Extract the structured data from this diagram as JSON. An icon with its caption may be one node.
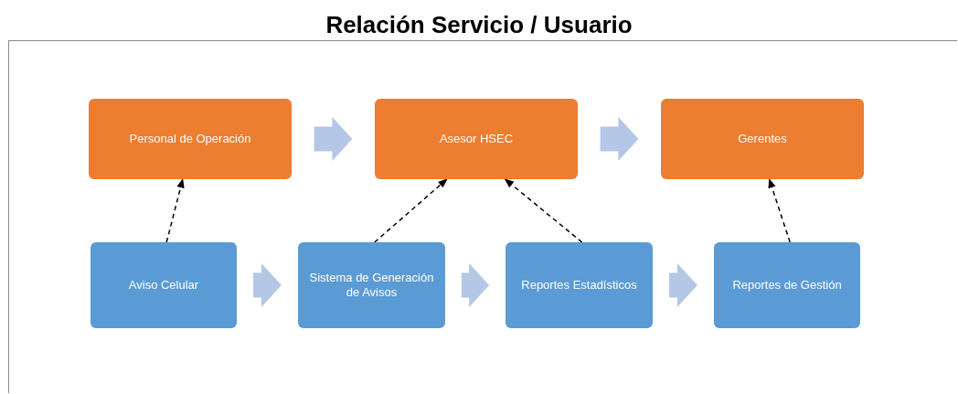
{
  "diagram": {
    "title": "Relación Servicio / Usuario",
    "nodes": [
      {
        "text": [
          "Personal de Operación"
        ]
      },
      {
        "text": [
          "Asesor HSEC"
        ]
      },
      {
        "text": [
          "Gerentes"
        ]
      },
      {
        "text": [
          "Aviso Celular"
        ]
      },
      {
        "text": [
          "Sistema de Generación de Avisos"
        ]
      },
      {
        "text": [
          "Reportes Estadísticos"
        ]
      },
      {
        "text": [
          "Reportes de Gestión"
        ]
      }
    ],
    "edges": [
      {
        "from": 0,
        "to": 1,
        "arrow": "to"
      },
      {
        "from": 1,
        "to": 2,
        "arrow": "to"
      },
      {
        "from": 3,
        "to": 4,
        "arrow": "to"
      },
      {
        "from": 4,
        "to": 5,
        "arrow": "to"
      },
      {
        "from": 5,
        "to": 6,
        "arrow": "to"
      },
      {
        "from": 3,
        "to": 0,
        "arrow": "to",
        "style": "dashed",
        "color": "#000000"
      },
      {
        "from": 4,
        "to": 1,
        "arrow": "to",
        "style": "dashed",
        "color": "#000000"
      },
      {
        "from": 5,
        "to": 1,
        "arrow": "to",
        "style": "dashed",
        "color": "#000000"
      },
      {
        "from": 6,
        "to": 2,
        "arrow": "to",
        "style": "dashed",
        "color": "#000000"
      }
    ]
  }
}
